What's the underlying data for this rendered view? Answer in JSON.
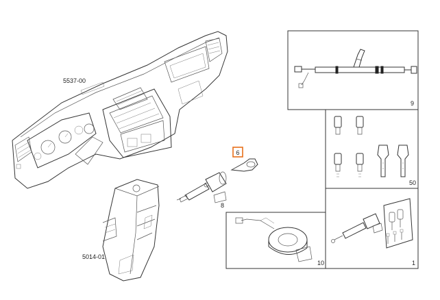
{
  "diagram": {
    "labels": {
      "dashboard": "5537-00",
      "pedestal": "5014-01",
      "ignition_lock": "8",
      "key_highlight": "6",
      "harness_panel": "9",
      "bulbs_keys_panel": "50",
      "clockspring_panel": "10",
      "lock_set_panel": "1"
    },
    "colors": {
      "highlight": "#e8701a",
      "line": "#333333",
      "background": "#ffffff"
    }
  }
}
